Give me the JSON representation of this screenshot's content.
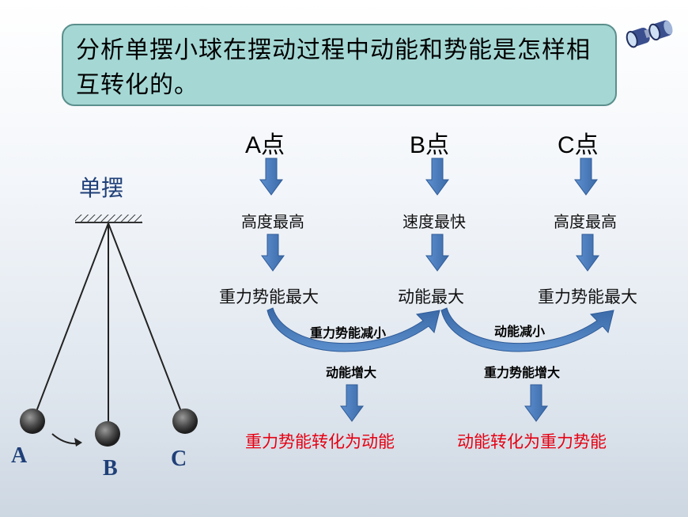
{
  "title": "分析单摆小球在摆动过程中动能和势能是怎样相互转化的。",
  "pendulum": {
    "label": "单摆",
    "points": [
      "A",
      "B",
      "C"
    ]
  },
  "columns": [
    {
      "point": "A点",
      "state": "高度最高",
      "result": "重力势能最大"
    },
    {
      "point": "B点",
      "state": "速度最快",
      "result": "动能最大"
    },
    {
      "point": "C点",
      "state": "高度最高",
      "result": "重力势能最大"
    }
  ],
  "transitions": [
    {
      "arc_label": "重力势能减小",
      "below_label": "动能增大",
      "conclusion": "重力势能转化为动能"
    },
    {
      "arc_label": "动能减小",
      "below_label": "重力势能增大",
      "conclusion": "动能转化为重力势能"
    }
  ],
  "colors": {
    "arrow": "#4a7ab8",
    "arrow_dark": "#2e5a94",
    "conclusion": "#e60012",
    "title_box": "#a5d8d5"
  },
  "icons": [
    "binoculars-icon",
    "down-arrow-icon",
    "curved-arrow-icon"
  ]
}
